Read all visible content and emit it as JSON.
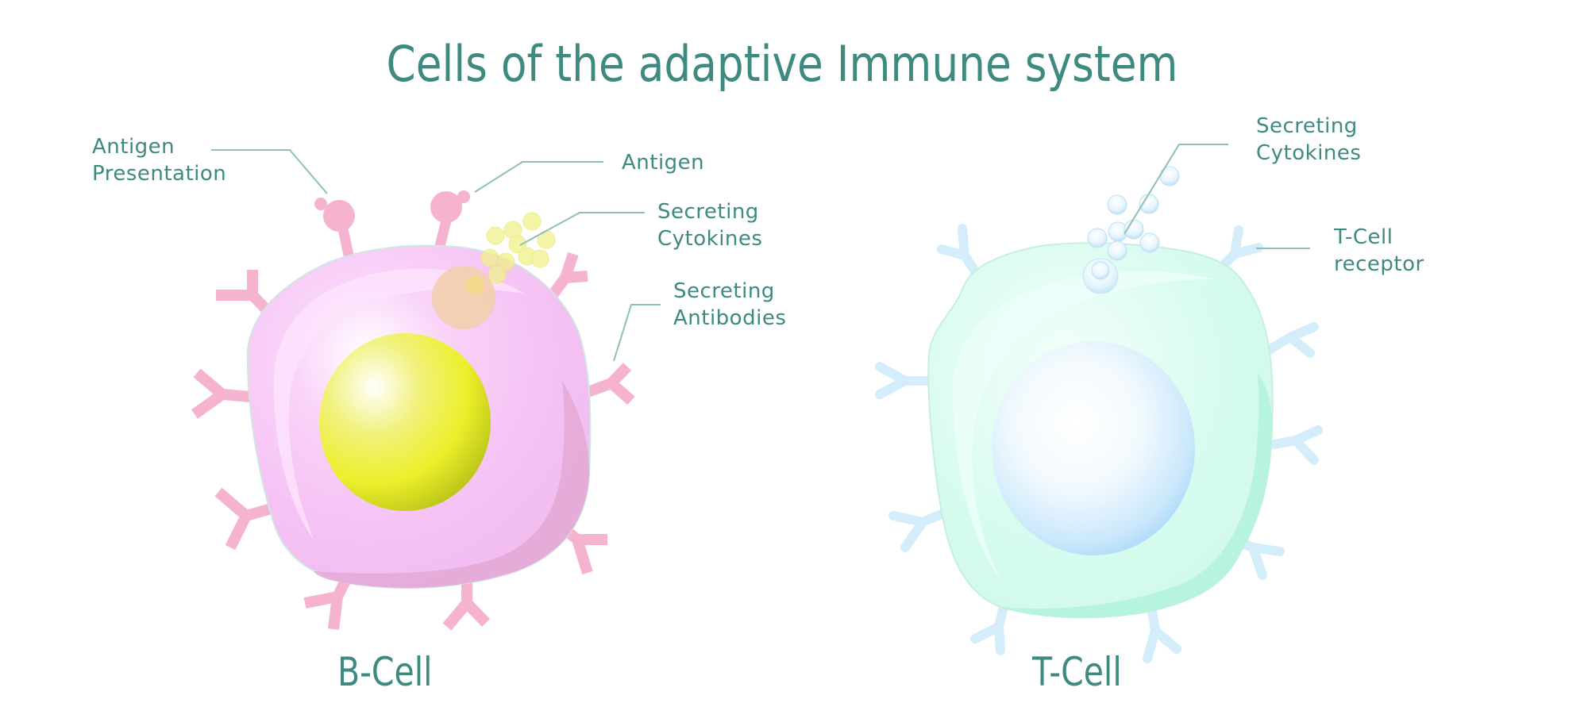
{
  "title": "Cells of the adaptive Immune system",
  "colors": {
    "text": "#3e8a80",
    "leader_line": "#8fbfba",
    "b_cell_body": "#f6c4f5",
    "b_cell_highlight": "#fbdafb",
    "b_cell_shadow": "#e3a9d6",
    "b_cell_receptor": "#f5b3d0",
    "b_cell_nucleus": "#eef030",
    "vesicle": "#f2cfb2",
    "b_cytokine": "#f3f39a",
    "t_cell_body": "#d6fbef",
    "t_cell_highlight": "#eafef8",
    "t_cell_shadow": "#b4f3dc",
    "t_cell_receptor": "#d4edfa",
    "t_cell_nucleus": "#b3defb",
    "t_cytokine": "#cdeafb"
  },
  "b_cell": {
    "name": "B-Cell",
    "labels": {
      "antigen_presentation": "Antigen\nPresentation",
      "antigen": "Antigen",
      "secreting_cytokines": "Secreting\nCytokines",
      "secreting_antibodies": "Secreting\nAntibodies"
    }
  },
  "t_cell": {
    "name": "T-Cell",
    "labels": {
      "secreting_cytokines": "Secreting\nCytokines",
      "t_cell_receptor": "T-Cell\nreceptor"
    }
  }
}
